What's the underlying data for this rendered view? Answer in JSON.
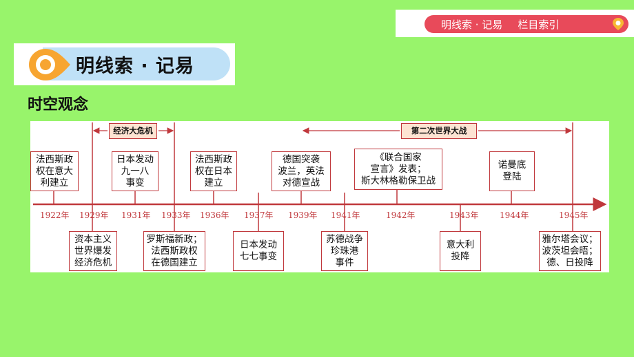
{
  "nav": {
    "link_a": "明线索 · 记易",
    "link_b": "栏目索引",
    "accent": "#e84a5a"
  },
  "header": {
    "title": "明线索 · 记易"
  },
  "subtitle": "时空观念",
  "periods": [
    {
      "id": "crisis",
      "label": "经济大危机"
    },
    {
      "id": "ww2",
      "label": "第二次世界大战"
    }
  ],
  "years": [
    "1922年",
    "1929年",
    "1931年",
    "1933年",
    "1936年",
    "1937年",
    "1939年",
    "1941年",
    "1942年",
    "1943年",
    "1944年",
    "1945年"
  ],
  "events_above": [
    {
      "id": "e1922",
      "text": "法西斯政\n权在意大\n利建立"
    },
    {
      "id": "e1931",
      "text": "日本发动\n九一八\n事变"
    },
    {
      "id": "e1936",
      "text": "法西斯政\n权在日本\n建立"
    },
    {
      "id": "e1939",
      "text": "德国突袭\n波兰，英法\n对德宣战"
    },
    {
      "id": "e1942",
      "text": "《联合国家\n宣言》发表；\n斯大林格勒保卫战"
    },
    {
      "id": "e1944",
      "text": "诺曼底\n登陆"
    }
  ],
  "events_below": [
    {
      "id": "e1929",
      "text": "资本主义\n世界爆发\n经济危机"
    },
    {
      "id": "e1933",
      "text": "罗斯福新政；\n法西斯政权\n在德国建立"
    },
    {
      "id": "e1937",
      "text": "日本发动\n七七事变"
    },
    {
      "id": "e1941",
      "text": "苏德战争\n珍珠港\n事件"
    },
    {
      "id": "e1943",
      "text": "意大利\n投降"
    },
    {
      "id": "e1945",
      "text": "雅尔塔会议；\n波茨坦会晤；\n德、日投降"
    }
  ],
  "colors": {
    "background": "#98f46b",
    "timeline": "#c0383c",
    "period_fill": "#fde3d2"
  }
}
